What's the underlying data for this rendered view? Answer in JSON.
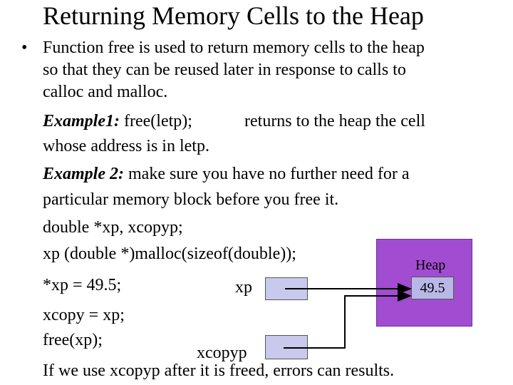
{
  "slide": {
    "title": "Returning Memory Cells to the Heap",
    "bullet": "•",
    "lines": {
      "l1": "Function free is used to return memory cells to the heap",
      "l2": "so that they can be reused later in response to calls to",
      "l3": "calloc and malloc.",
      "ex1_label": "Example1:",
      "ex1_code": " free(letp);",
      "ex1_rest": "returns to the heap the cell",
      "l5": "whose address is in letp.",
      "ex2_label": "Example 2:",
      "ex2_rest": " make sure you have no further need for a",
      "l7": "particular memory block before you free it.",
      "l8": "double *xp, xcopyp;",
      "l9": "xp (double *)malloc(sizeof(double));",
      "l10": "*xp = 49.5;",
      "l11": "xcopy = xp;",
      "l12": "free(xp);",
      "l13": "If we use xcopyp after it is freed, errors can results."
    },
    "diagram": {
      "xp_label": "xp",
      "xcopyp_label": "xcopyp",
      "heap_label": "Heap",
      "heap_value": "49.5",
      "box_color": "#c9c9ee",
      "heap_color": "#a14cd1"
    }
  }
}
